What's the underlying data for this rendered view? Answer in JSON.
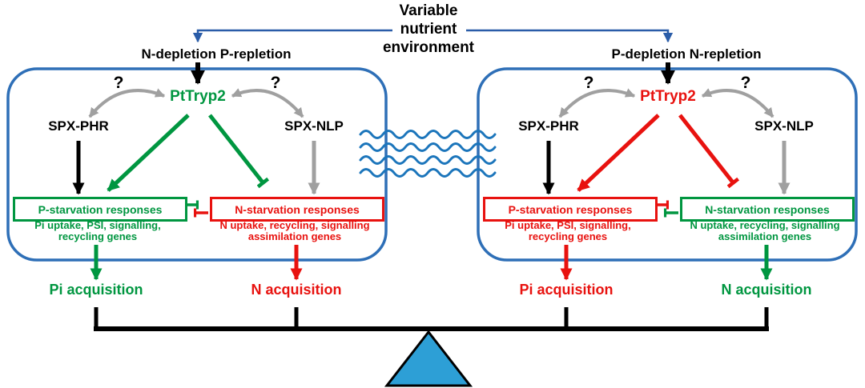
{
  "title": {
    "line1": "Variable",
    "line2": "nutrient",
    "line3": "environment"
  },
  "colors": {
    "green": "#009640",
    "red": "#e8120f",
    "panel_border_blue": "#2e6fb7",
    "gray": "#a0a0a0",
    "wave_blue": "#1b75bb",
    "connector_blue": "#2a5ca8",
    "triangle_blue": "#2d9fd6",
    "black": "#000000"
  },
  "left_panel": {
    "condition": "N-depletion P-repletion",
    "regulator": "PtTryp2",
    "question_left": "?",
    "question_right": "?",
    "spx_phr": "SPX-PHR",
    "spx_nlp": "SPX-NLP",
    "p_starvation_title": "P-starvation responses",
    "p_starvation_detail1": "Pi uptake, PSI, signalling,",
    "p_starvation_detail2": "recycling genes",
    "n_starvation_title": "N-starvation responses",
    "n_starvation_detail1": "N uptake, recycling, signalling",
    "n_starvation_detail2": "assimilation genes",
    "pi_acquisition": "Pi acquisition",
    "n_acquisition": "N acquisition"
  },
  "right_panel": {
    "condition": "P-depletion N-repletion",
    "regulator": "PtTryp2",
    "question_left": "?",
    "question_right": "?",
    "spx_phr": "SPX-PHR",
    "spx_nlp": "SPX-NLP",
    "p_starvation_title": "P-starvation responses",
    "p_starvation_detail1": "Pi uptake, PSI, signalling,",
    "p_starvation_detail2": "recycling genes",
    "n_starvation_title": "N-starvation responses",
    "n_starvation_detail1": "N uptake, recycling, signalling",
    "n_starvation_detail2": "assimilation genes",
    "pi_acquisition": "Pi acquisition",
    "n_acquisition": "N acquisition"
  }
}
